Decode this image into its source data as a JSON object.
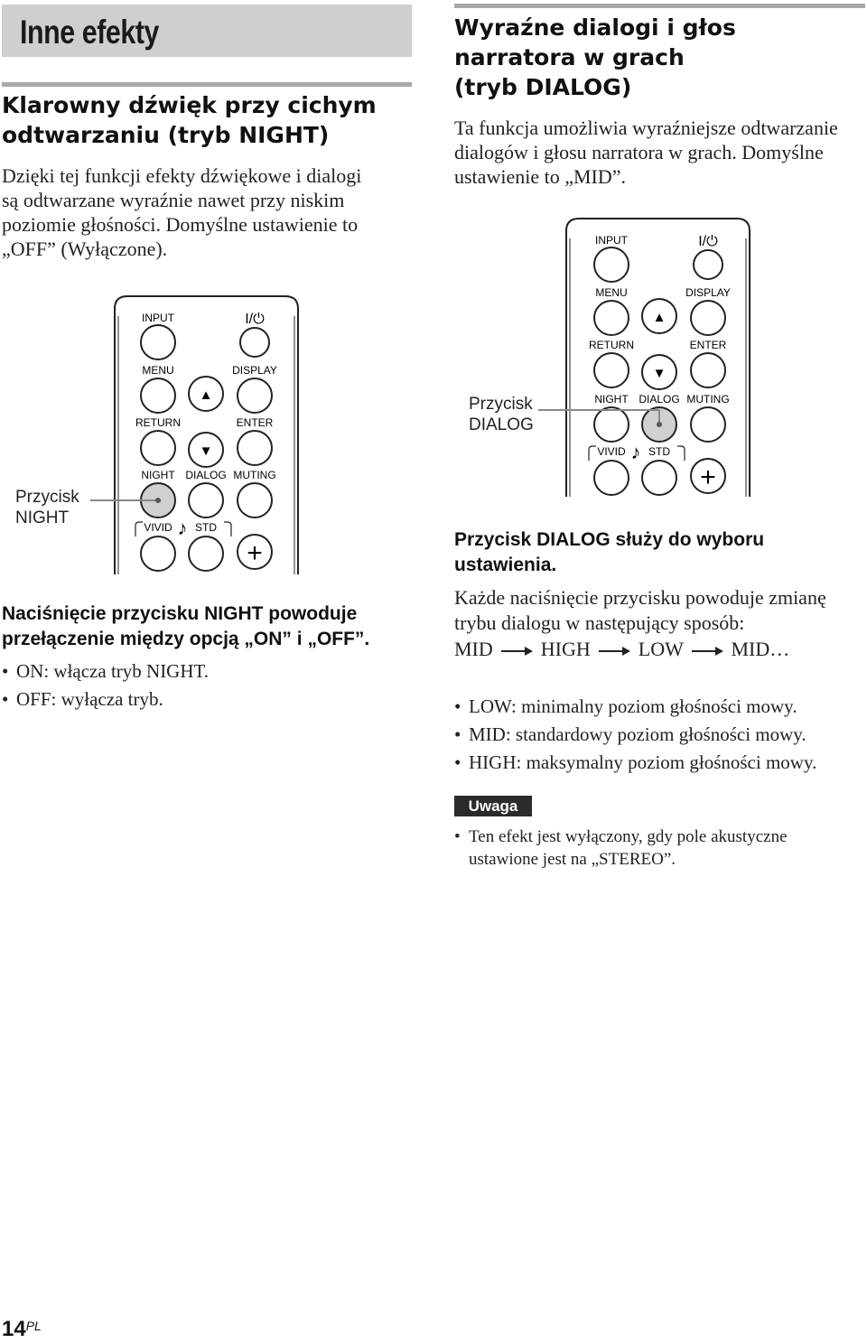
{
  "section_title": "Inne efekty",
  "night": {
    "heading_line1": "Klarowny dźwięk przy cichym",
    "heading_line2": "odtwarzaniu (tryb NIGHT)",
    "desc_lines": [
      "Dzięki tej funkcji efekty dźwiękowe i dialogi",
      "są odtwarzane wyraźnie nawet przy niskim",
      "poziomie głośności. Domyślne ustawienie to",
      "„OFF” (Wyłączone)."
    ],
    "callout_line1": "Przycisk",
    "callout_line2": "NIGHT",
    "instruction_line1": "Naciśnięcie przycisku NIGHT powoduje",
    "instruction_line2": "przełączenie między opcją „ON” i „OFF”.",
    "bullets": [
      "ON: włącza tryb NIGHT.",
      "OFF: wyłącza tryb."
    ]
  },
  "dialog": {
    "heading_lines": [
      "Wyraźne dialogi i głos",
      "narratora w grach",
      "(tryb DIALOG)"
    ],
    "desc_lines": [
      "Ta funkcja umożliwia wyraźniejsze odtwarzanie",
      "dialogów i głosu narratora w grach. Domyślne",
      "ustawienie to „MID”."
    ],
    "callout_line1": "Przycisk",
    "callout_line2": "DIALOG",
    "instruction_line1": "Przycisk DIALOG służy do wyboru",
    "instruction_line2": "ustawienia.",
    "change_line1": "Każde naciśnięcie przycisku powoduje zmianę",
    "change_line2": "trybu dialogu w następujący sposób:",
    "sequence": [
      "MID",
      "HIGH",
      "LOW",
      "MID…"
    ],
    "bullets": [
      "LOW: minimalny poziom głośności mowy.",
      "MID: standardowy poziom głośności mowy.",
      "HIGH: maksymalny poziom głośności mowy."
    ],
    "note_label": "Uwaga",
    "note_lines": [
      "Ten efekt jest wyłączony, gdy pole akustyczne",
      "ustawione jest na „STEREO”."
    ]
  },
  "remote": {
    "input": "INPUT",
    "power": "I/⏻",
    "menu": "MENU",
    "display": "DISPLAY",
    "return": "RETURN",
    "enter": "ENTER",
    "night": "NIGHT",
    "dialog": "DIALOG",
    "muting": "MUTING",
    "vivid": "VIVID",
    "std": "STD",
    "note_glyph": "♪",
    "up_glyph": "▲",
    "down_glyph": "▼",
    "plus_glyph": "+",
    "highlight_color": "#d0d0d0"
  },
  "page": {
    "number": "14",
    "suffix": "PL"
  }
}
